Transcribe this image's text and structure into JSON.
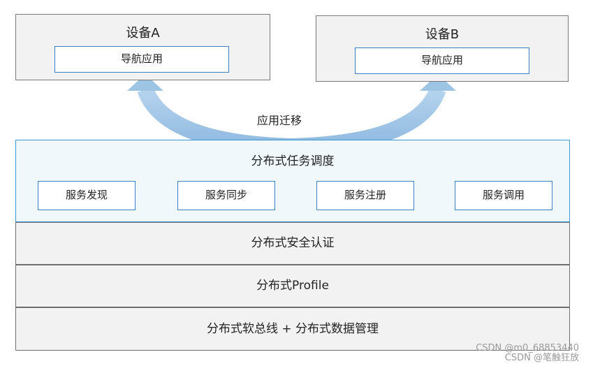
{
  "device_a": {
    "title": "设备A",
    "app_label": "导航应用"
  },
  "device_b": {
    "title": "设备B",
    "app_label": "导航应用"
  },
  "migration": {
    "label": "应用迁移"
  },
  "scheduler": {
    "title": "分布式任务调度",
    "services": [
      "服务发现",
      "服务同步",
      "服务注册",
      "服务调用"
    ]
  },
  "layers": {
    "security": "分布式安全认证",
    "profile": "分布式Profile",
    "bus": "分布式软总线 + 分布式数据管理"
  },
  "watermark": {
    "line1": "CSDN @m0_68853440",
    "line2": "CSDN @笔触狂放"
  },
  "colors": {
    "arrow": "#9ec4e4",
    "box_border": "#3b7fc4",
    "scheduler_bg": "#f0f8fc"
  }
}
